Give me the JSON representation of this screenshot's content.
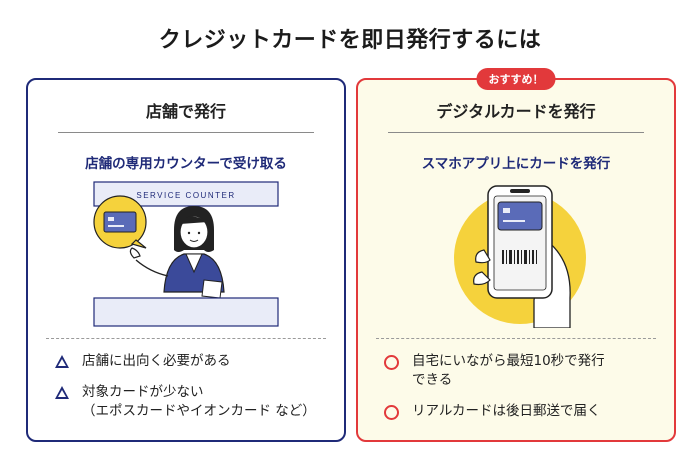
{
  "page": {
    "title": "クレジットカードを即日発行するには"
  },
  "left_card": {
    "heading": "店舗で発行",
    "subtitle": "店舗の専用カウンターで受け取る",
    "counter_sign": "SERVICE COUNTER",
    "points": [
      {
        "icon": "triangle-icon",
        "lines": [
          "店舗に出向く必要がある"
        ]
      },
      {
        "icon": "triangle-icon",
        "lines": [
          "対象カードが少ない",
          "（エポスカードやイオンカード など）"
        ]
      }
    ]
  },
  "right_card": {
    "badge": "おすすめ！",
    "heading": "デジタルカードを発行",
    "subtitle": "スマホアプリ上にカードを発行",
    "points": [
      {
        "icon": "circle-icon",
        "lines": [
          "自宅にいながら最短10秒で発行",
          "できる"
        ]
      },
      {
        "icon": "circle-icon",
        "lines": [
          "リアルカードは後日郵送で届く"
        ]
      }
    ]
  },
  "colors": {
    "navy": "#1f2a78",
    "red": "#e2393b",
    "cream": "#fdfbe9",
    "yellow": "#f5d23c"
  }
}
